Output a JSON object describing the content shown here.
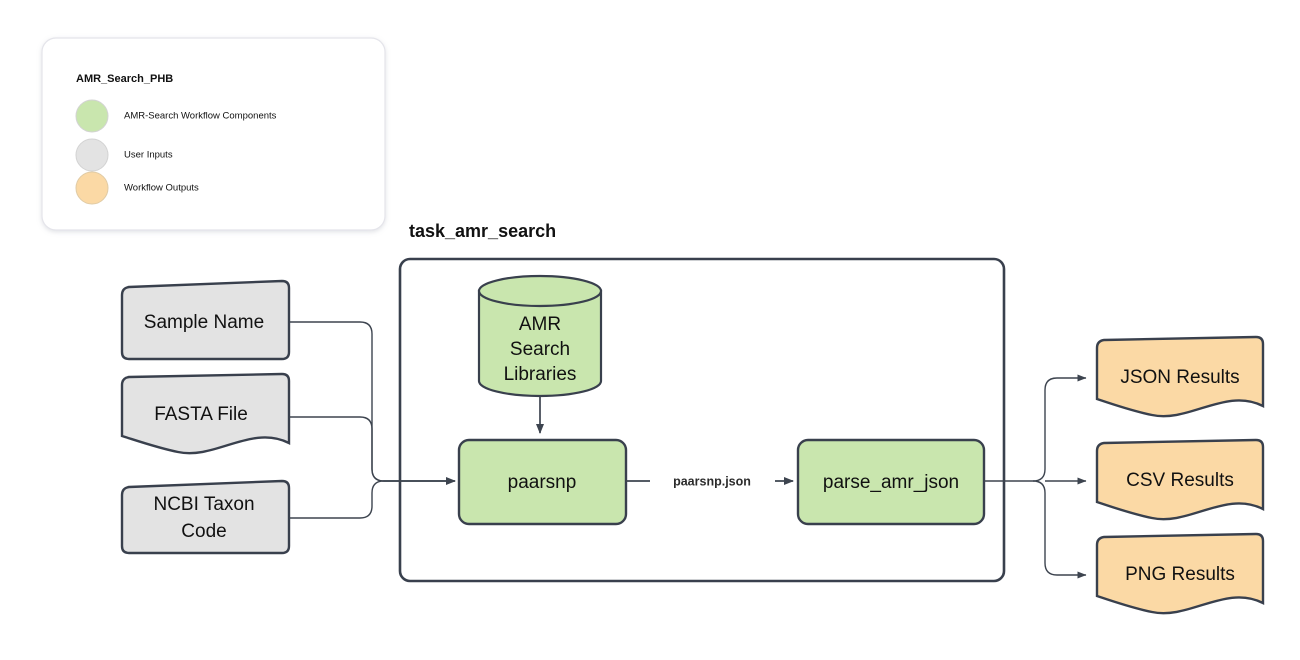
{
  "legend": {
    "title": "AMR_Search_PHB",
    "items": [
      {
        "label": "AMR-Search Workflow Components",
        "color": "#c9e6ae",
        "swatch": "legend-swatch-components"
      },
      {
        "label": "User Inputs",
        "color": "#e3e3e3",
        "swatch": "legend-swatch-inputs"
      },
      {
        "label": "Workflow Outputs",
        "color": "#fbd9a5",
        "swatch": "legend-swatch-outputs"
      }
    ]
  },
  "container": {
    "title": "task_amr_search"
  },
  "inputs": [
    {
      "label": "Sample Name",
      "shape": "document"
    },
    {
      "label": "FASTA File",
      "shape": "document"
    },
    {
      "label": "NCBI Taxon Code",
      "line1": "NCBI Taxon",
      "line2": "Code",
      "shape": "document"
    }
  ],
  "database": {
    "label": "AMR Search Libraries",
    "line1": "AMR",
    "line2": "Search",
    "line3": "Libraries",
    "shape": "cylinder"
  },
  "processes": [
    {
      "label": "paarsnp",
      "shape": "rounded-rect"
    },
    {
      "label": "parse_amr_json",
      "shape": "rounded-rect"
    }
  ],
  "edges": [
    {
      "label": "paarsnp.json",
      "from": "paarsnp",
      "to": "parse_amr_json"
    }
  ],
  "outputs": [
    {
      "label": "JSON Results",
      "shape": "document"
    },
    {
      "label": "CSV Results",
      "shape": "document"
    },
    {
      "label": "PNG Results",
      "shape": "document"
    }
  ],
  "colors": {
    "component_fill": "#c9e6ae",
    "input_fill": "#e3e3e3",
    "output_fill": "#fbd9a5",
    "stroke": "#39404d",
    "edge_stroke": "#3d444f",
    "legend_border": "#e4e4ea",
    "background": "#ffffff"
  }
}
